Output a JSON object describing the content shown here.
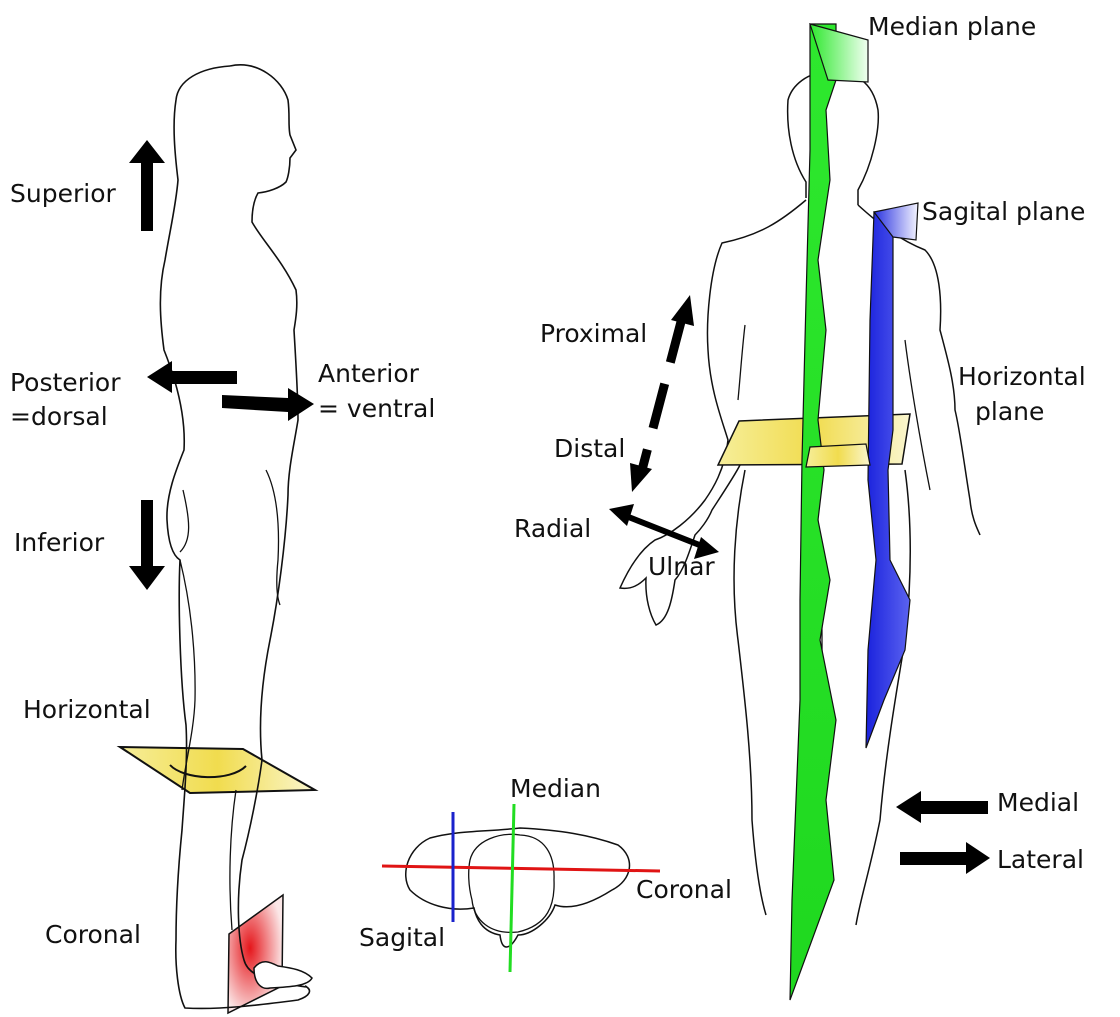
{
  "colors": {
    "outline": "#111111",
    "arrow": "#000000",
    "median_plane": "#22e622",
    "sagittal_plane": "#2233dd",
    "horizontal_plane": "#f3e36a",
    "coronal_plane": "#e8262b",
    "median_line": "#22dd22",
    "sagittal_line": "#1a22cc",
    "coronal_line": "#e01414"
  },
  "labels": {
    "superior": "Superior",
    "posterior_1": "Posterior",
    "posterior_2": "=dorsal",
    "anterior_1": "Anterior",
    "anterior_2": "= ventral",
    "inferior": "Inferior",
    "horizontal": "Horizontal",
    "coronal_side": "Coronal",
    "median_top": "Median",
    "coronal_top": "Coronal",
    "sagital_top": "Sagital",
    "median_plane": "Median plane",
    "sagital_plane": "Sagital plane",
    "horizontal_plane_1": "Horizontal",
    "horizontal_plane_2": "plane",
    "proximal": "Proximal",
    "distal": "Distal",
    "radial": "Radial",
    "ulnar": "Ulnar",
    "medial": "Medial",
    "lateral": "Lateral"
  },
  "icons": {
    "direction_arrows": "arrow-icon",
    "planes": [
      "median-plane",
      "sagittal-plane",
      "horizontal-plane",
      "coronal-plane"
    ]
  }
}
